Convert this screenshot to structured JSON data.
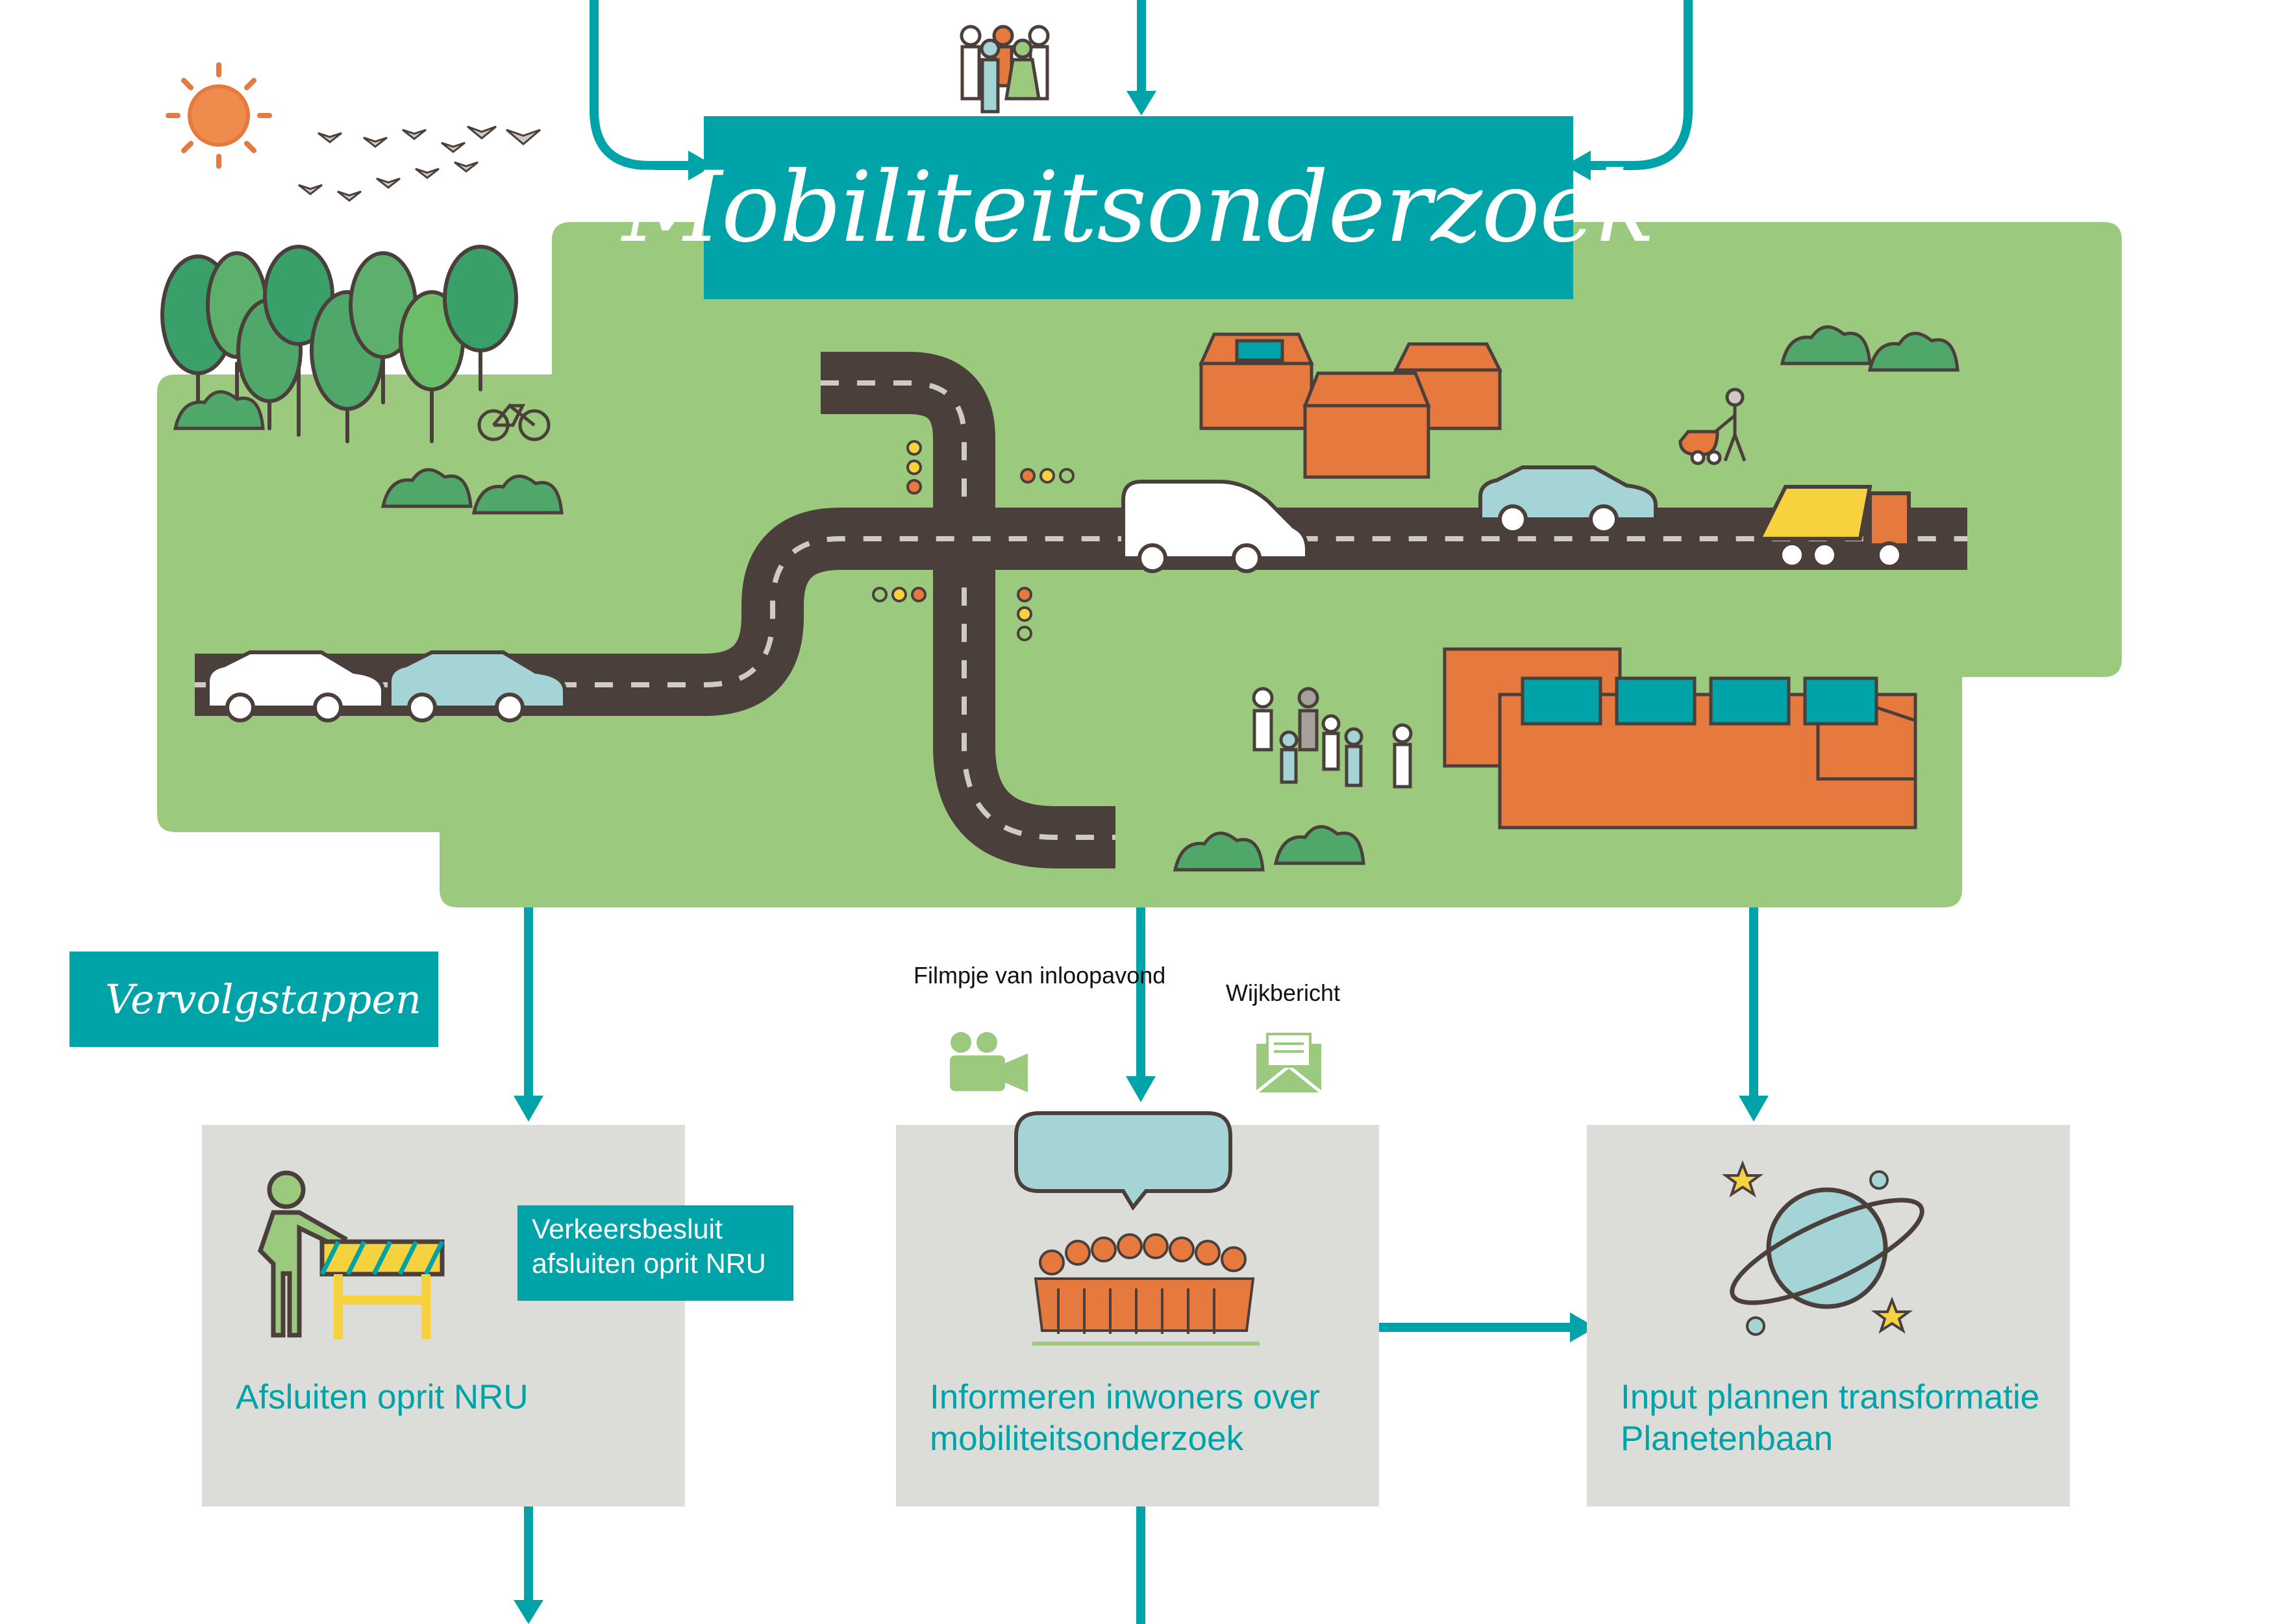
{
  "title": "Mobiliteitsonderzoek",
  "next_steps_heading": "Vervolgstappen",
  "steps": [
    {
      "label": "Afsluiten oprit NRU",
      "note": "Verkeersbesluit afsluiten oprit NRU"
    },
    {
      "label": "Informeren inwoners over mobiliteitsonderzoek",
      "media": [
        "Filmpje van inloopavond",
        "Wijkbericht"
      ]
    },
    {
      "label": "Input plannen transformatie Planetenbaan"
    }
  ],
  "colors": {
    "teal": "#00a3a8",
    "green": "#9bca7e",
    "orange": "#e5793e",
    "road": "#4a3f3b",
    "panel": "#dcdcd9"
  }
}
